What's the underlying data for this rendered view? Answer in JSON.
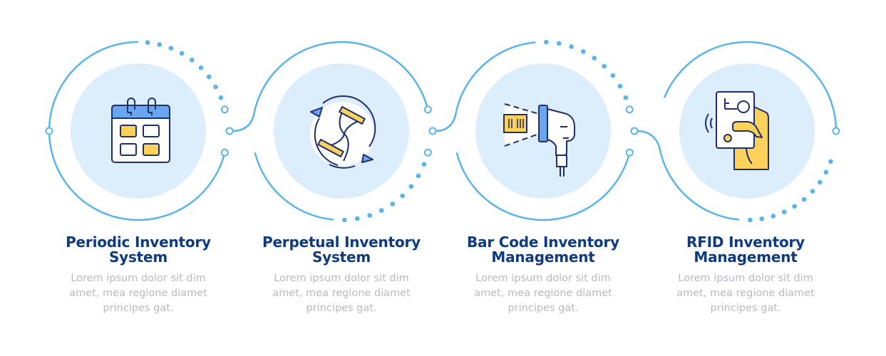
{
  "colors": {
    "ring": "#5ab4ec",
    "disc": "#dcedfc",
    "navy": "#1e2f6b",
    "yellow": "#fdd25a",
    "blue": "#6aa5f0",
    "title": "#0e3a82",
    "text": "#b8bac3"
  },
  "steps": [
    {
      "icon": "calendar-icon",
      "title_line1": "Periodic Inventory",
      "title_line2": "System",
      "desc_line1": "Lorem ipsum dolor sit dim",
      "desc_line2": "amet, mea regione diamet",
      "desc_line3": "principes gat."
    },
    {
      "icon": "hourglass-cycle-icon",
      "title_line1": "Perpetual Inventory",
      "title_line2": "System",
      "desc_line1": "Lorem ipsum dolor sit dim",
      "desc_line2": "amet, mea regione diamet",
      "desc_line3": "principes gat."
    },
    {
      "icon": "barcode-scanner-icon",
      "title_line1": "Bar Code Inventory",
      "title_line2": "Management",
      "desc_line1": "Lorem ipsum dolor sit dim",
      "desc_line2": "amet, mea regione diamet",
      "desc_line3": "principes gat."
    },
    {
      "icon": "rfid-card-hand-icon",
      "title_line1": "RFID Inventory",
      "title_line2": "Management",
      "desc_line1": "Lorem ipsum dolor sit dim",
      "desc_line2": "amet, mea regione diamet",
      "desc_line3": "principes gat."
    }
  ]
}
